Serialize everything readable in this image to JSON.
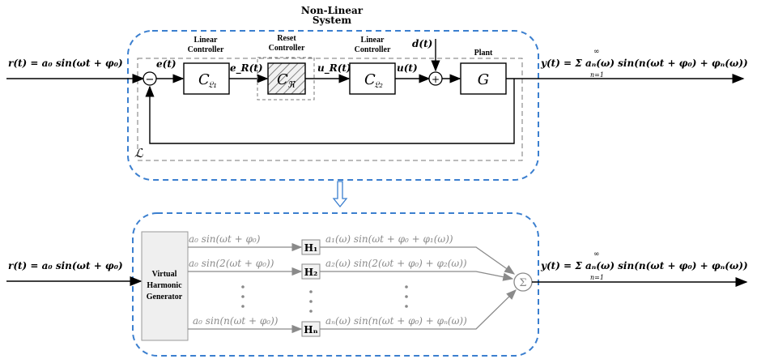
{
  "top": {
    "title_line1": "Non-Linear",
    "title_line2": "System",
    "input_label": "r(t) = a₀ sin(ωt + φ₀)",
    "output_label": "y(t) = Σ aₙ(ω) sin(n(ωt + φ₀) + φₙ(ω))",
    "sum_upper": "∞",
    "sum_lower": "n=1",
    "error_label": "e(t)",
    "eR_label": "e_R(t)",
    "uR_label": "u_R(t)",
    "u_label": "u(t)",
    "disturbance_label": "d(t)",
    "loop_label": "ℒ",
    "blocks": {
      "c1_heading1": "Linear",
      "c1_heading2": "Controller",
      "c1_text": "C",
      "c1_sub": "𝔏₁",
      "reset_heading1": "Reset",
      "reset_heading2": "Controller",
      "reset_text": "C",
      "reset_sub": "ℜ",
      "c2_heading1": "Linear",
      "c2_heading2": "Controller",
      "c2_text": "C",
      "c2_sub": "𝔏₂",
      "plant_heading": "Plant",
      "plant_text": "G"
    },
    "sum1_sign": "−",
    "sum2_sign": "+"
  },
  "bottom": {
    "input_label": "r(t) = a₀ sin(ωt + φ₀)",
    "output_label": "y(t) = Σ aₙ(ω) sin(n(ωt + φ₀) + φₙ(ω))",
    "sum_upper": "∞",
    "sum_lower": "n=1",
    "generator_line1": "Virtual",
    "generator_line2": "Harmonic",
    "generator_line3": "Generator",
    "harmonic_inputs": [
      "a₀ sin(ωt + φ₀)",
      "a₀ sin(2(ωt + φ₀))",
      "a₀ sin(n(ωt + φ₀))"
    ],
    "filters": [
      "H₁",
      "H₂",
      "Hₙ"
    ],
    "harmonic_outputs": [
      "a₁(ω) sin(ωt + φ₀ + φ₁(ω))",
      "a₂(ω) sin(2(ωt + φ₀) + φ₂(ω))",
      "aₙ(ω) sin(n(ωt + φ₀) + φₙ(ω))"
    ],
    "summer_symbol": "Σ"
  },
  "colors": {
    "system_border": "#3b7fcf",
    "arrow_fill": "#ffffff",
    "gray": "#8a8a8a",
    "dashed_gray": "#777777",
    "hatch": "#6f6f6f"
  }
}
